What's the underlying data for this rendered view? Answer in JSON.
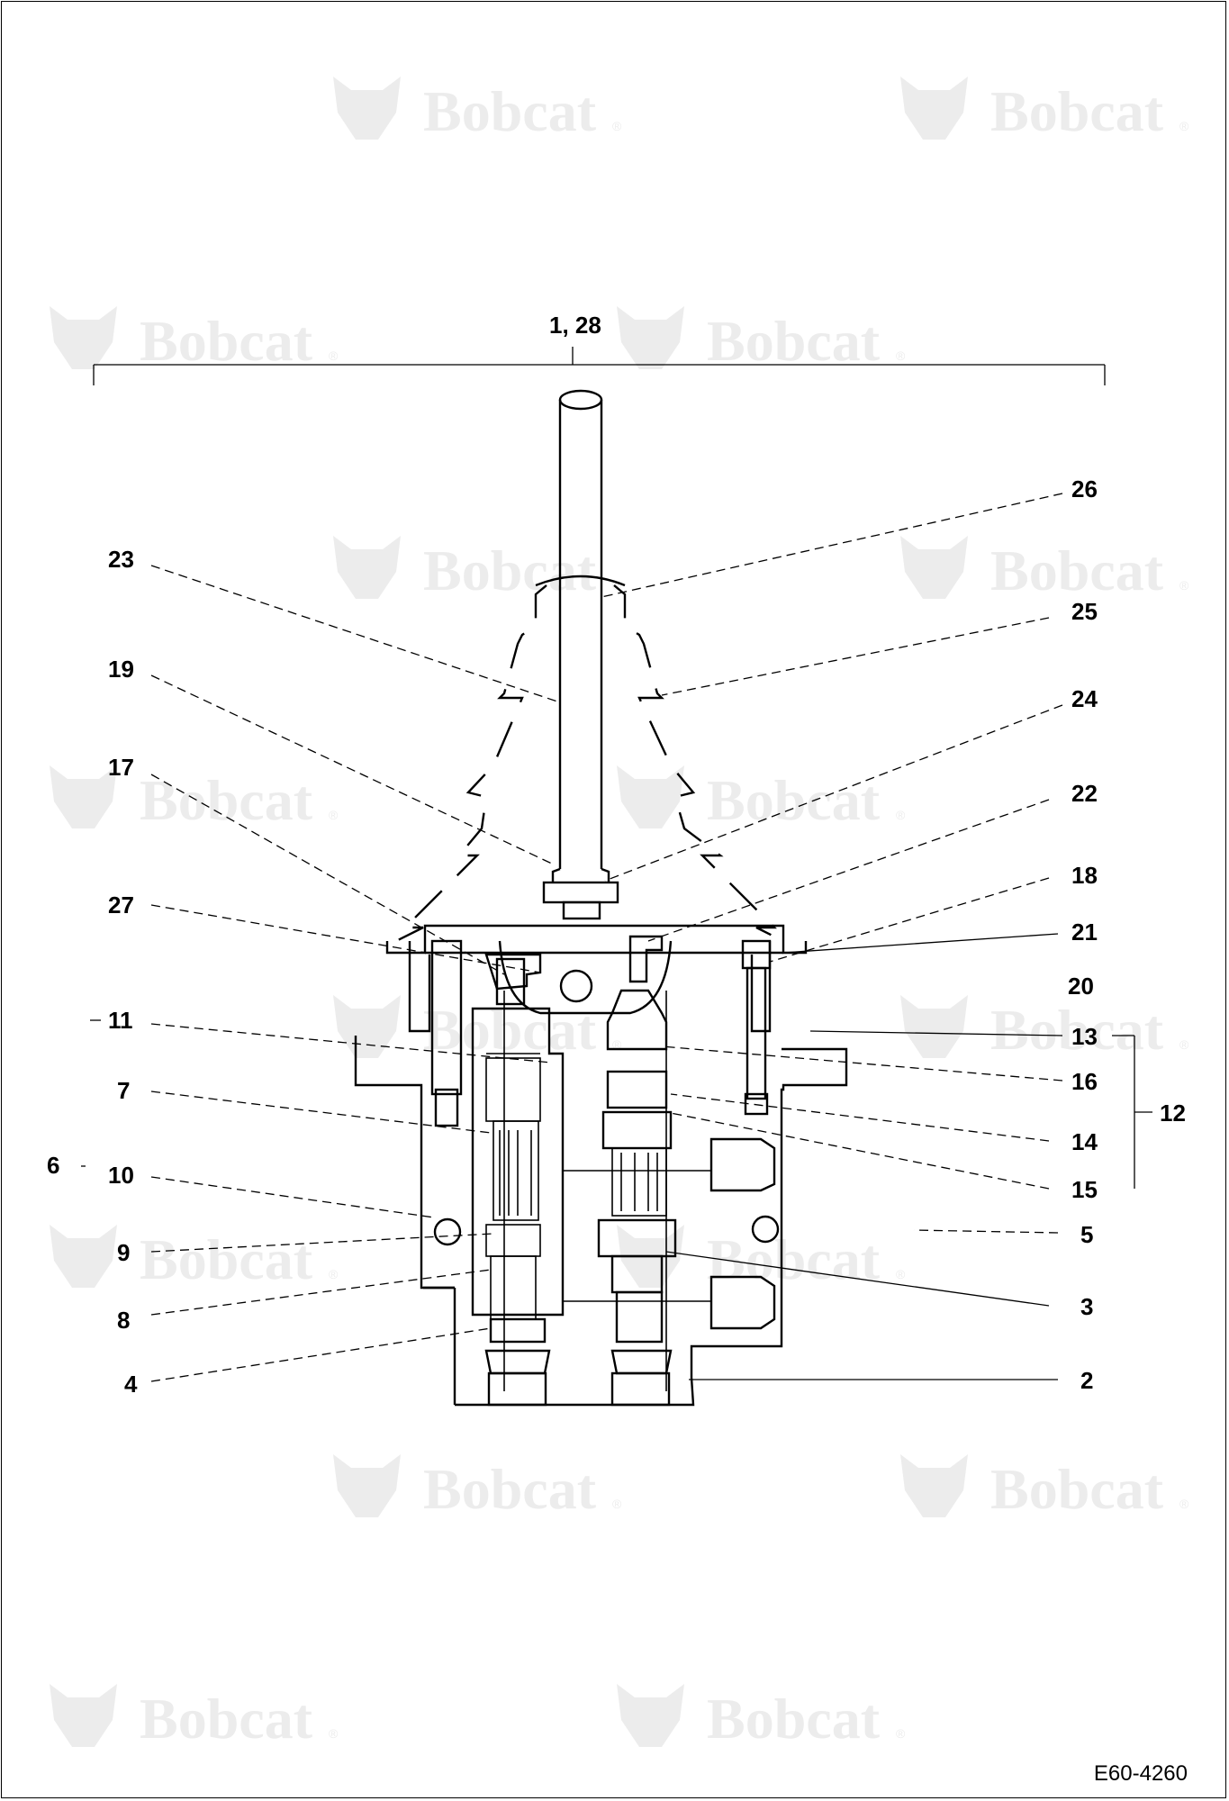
{
  "watermark": {
    "brand": "Bobcat",
    "icon": "bobcat-head-logo"
  },
  "callouts": {
    "c1_28": "1, 28",
    "c2": "2",
    "c3": "3",
    "c4": "4",
    "c5": "5",
    "c6": "6",
    "c7": "7",
    "c8": "8",
    "c9": "9",
    "c10": "10",
    "c11": "11",
    "c12": "12",
    "c13": "13",
    "c14": "14",
    "c15": "15",
    "c16": "16",
    "c17": "17",
    "c18": "18",
    "c19": "19",
    "c20": "20",
    "c21": "21",
    "c22": "22",
    "c23": "23",
    "c24": "24",
    "c25": "25",
    "c26": "26",
    "c27": "27"
  },
  "drawing_code": "E60-4260"
}
